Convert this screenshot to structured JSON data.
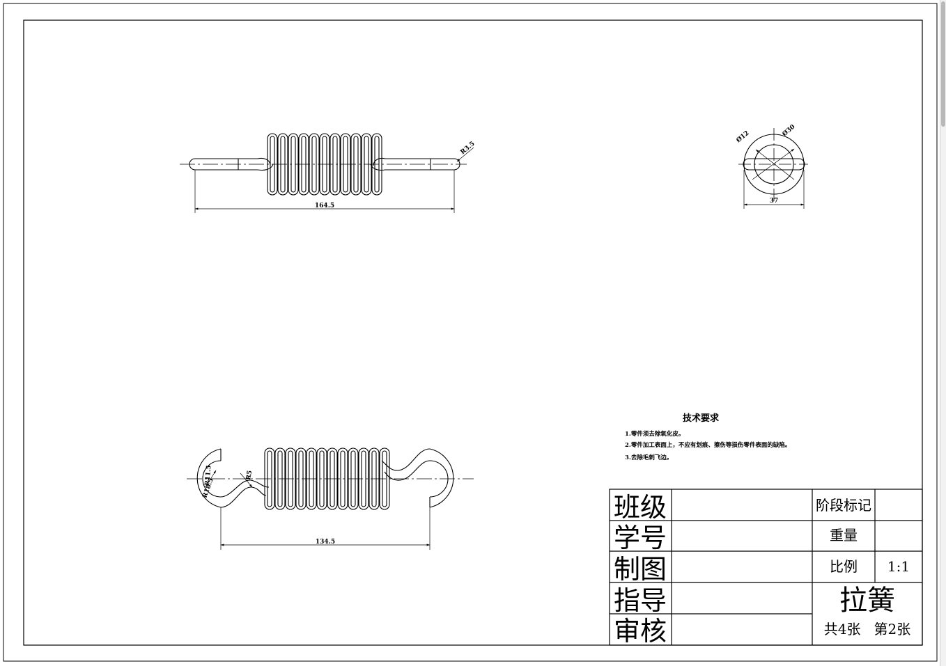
{
  "drawing": {
    "view_top": {
      "dim_length": "164.5",
      "dim_radius": "R3.5"
    },
    "view_end": {
      "dim_inner": "Ø12",
      "dim_outer": "Ø30",
      "dim_width": "37"
    },
    "view_bottom": {
      "dim_r1": "R11.5",
      "dim_r2": "R18.5",
      "dim_r3": "R5",
      "dim_length": "134.5"
    }
  },
  "tech_notes": {
    "title": "技术要求",
    "items": [
      "1.零件须去除氧化皮。",
      "2.零件加工表面上，不应有划痕、擦伤等损伤零件表面的缺陷。",
      "3.去除毛刺飞边。"
    ]
  },
  "title_block": {
    "rows": [
      "班级",
      "学号",
      "制图",
      "指导",
      "审核"
    ],
    "stage_mark": "阶段标记",
    "weight": "重量",
    "scale_label": "比例",
    "scale_value": "1:1",
    "part_name": "拉簧",
    "sheet_info": "共4张   第2张"
  }
}
